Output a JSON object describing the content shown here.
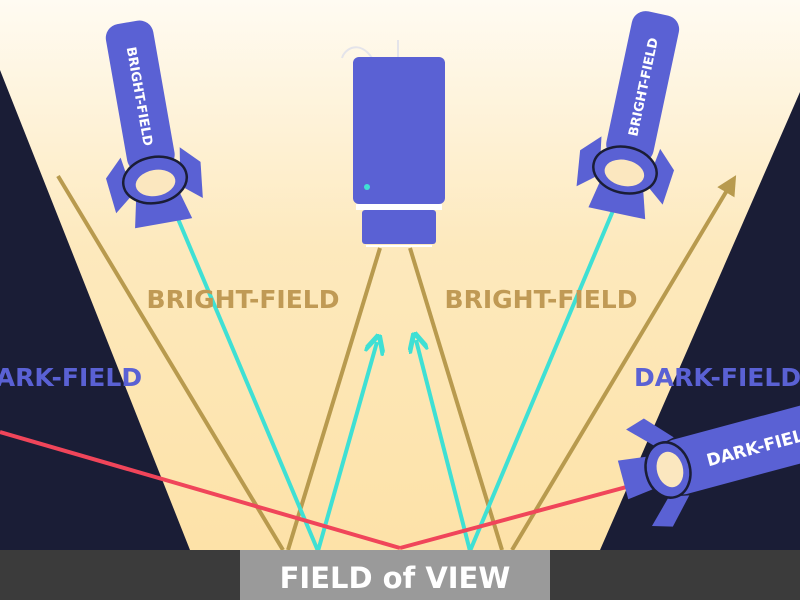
{
  "labels": {
    "bright_left": "BRIGHT-FIELD",
    "bright_right": "BRIGHT-FIELD",
    "dark_left": "DARK-FIELD",
    "dark_right": "DARK-FIELD",
    "field_of_view": "FIELD of VIEW",
    "light_tl": "BRIGHT-FIELD",
    "light_tr": "BRIGHT-FIELD",
    "light_dark": "DARK-FIELD"
  },
  "colors": {
    "dark_bg": "#1a1d36",
    "bright_zone": "#fde7b8",
    "cone_line": "#b89a4e",
    "bright_text": "#c09a55",
    "dark_text": "#5a61d4",
    "device": "#5a61d4",
    "cyan_ray": "#3fe0d4",
    "red_ray": "#f0455a",
    "ground": "#3b3b3b",
    "fov_box": "#9a9a9a"
  }
}
